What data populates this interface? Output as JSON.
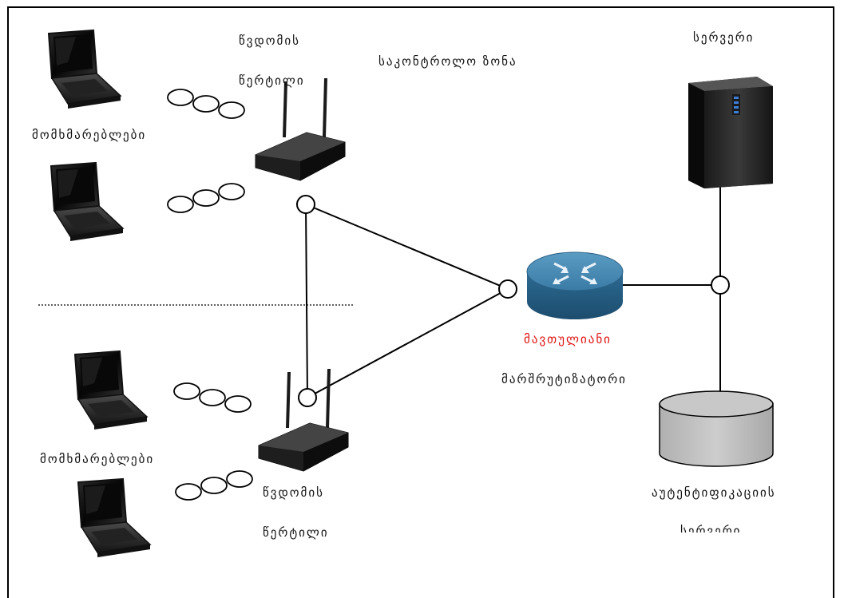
{
  "labels": {
    "access_point_top_1": "წვდომის",
    "access_point_top_2": "წერტილი",
    "control_zone": "საკონტროლო ზონა",
    "server": "სერვერი",
    "users_top": "მომხმარებლები",
    "router_1": "მავთულიანი",
    "router_2": "მარშრუტიზატორი",
    "users_bottom": "მომხმარებლები",
    "access_point_bottom_1": "წვდომის",
    "access_point_bottom_2": "წერტილი",
    "auth_1": "აუტენტიფიკაციის",
    "auth_2": "სერვერი"
  },
  "colors": {
    "router_label": "#e01010",
    "router_body": "#2f6f96",
    "database": "#c4c4c4"
  },
  "icons": [
    "laptop-icon",
    "wireless-access-point-icon",
    "router-icon",
    "server-tower-icon",
    "database-cylinder-icon",
    "wireless-signal-icon"
  ]
}
